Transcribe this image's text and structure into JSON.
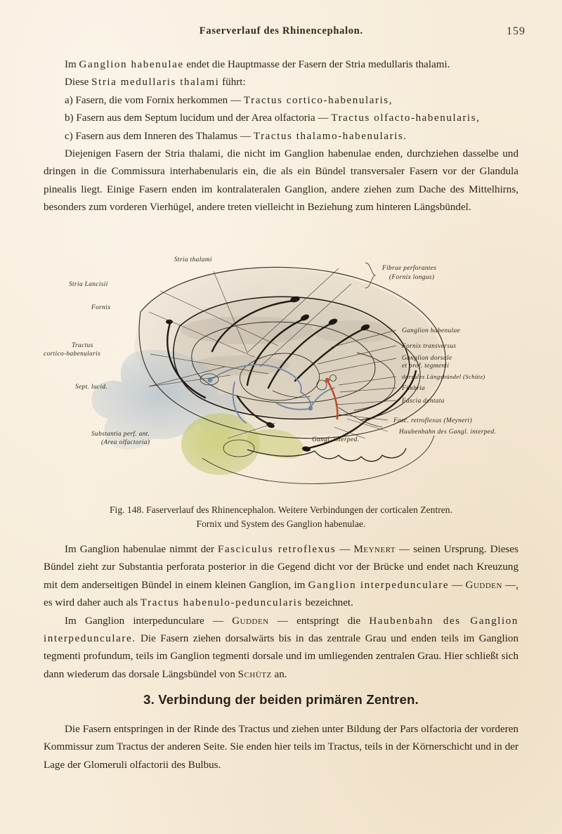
{
  "page": {
    "running_head": "Faserverlauf des Rhinencephalon.",
    "page_number": "159",
    "background_color": "#f7ecd9",
    "ink_color": "#2e2419"
  },
  "paragraph_1": {
    "line_1_a": "Im ",
    "line_1_b": "Ganglion habenulae",
    "line_1_c": " endet die Hauptmasse der Fasern der Stria medullaris thalami.",
    "line_2_a": "Diese ",
    "line_2_b": "Stria medullaris thalami",
    "line_2_c": " führt:",
    "item_a_plain": "a) Fasern, die vom Fornix herkommen — ",
    "item_a_term": "Tractus cortico-habenularis,",
    "item_b_plain": "b) Fasern aus dem Septum lucidum und der Area olfactoria — ",
    "item_b_term": "Tractus olfacto-habenularis,",
    "item_c_plain": "c) Fasern aus dem Inneren des Thalamus — ",
    "item_c_term": "Tractus thalamo-habenularis.",
    "tail": "Diejenigen Fasern der Stria thalami, die nicht im Ganglion habenulae enden, durchziehen dasselbe und dringen in die Commissura interhabenularis ein, die als ein Bündel transversaler Fasern vor der Glandula pinealis liegt. Einige Fasern enden im kontralateralen Ganglion, andere ziehen zum Dache des Mittelhirns, besonders zum vorderen Vierhügel, andere treten vielleicht in Beziehung zum hinteren Längsbündel."
  },
  "figure": {
    "caption_line_1": "Fig. 148.   Faserverlauf des Rhinencephalon.   Weitere Verbindungen der corticalen Zentren.",
    "caption_line_2": "Fornix und System des Ganglion habenulae.",
    "labels": {
      "stria_thalami": "Stria thalami",
      "stria_lancisii": "Stria Lancisii",
      "fornix": "Fornix",
      "tractus_cortico_1": "Tractus",
      "tractus_cortico_2": "cortico-habenularis",
      "sept_lucid": "Sept. lucid.",
      "substantia_1": "Substantia perf. ant.",
      "substantia_2": "(Area olfactoria)",
      "fibrae_perforantes_1": "Fibrae perforantes",
      "fibrae_perforantes_2": "(Fornix longus)",
      "ganglion_habenulae": "Ganglion habenulae",
      "fornix_transversus": "Fornix transversus",
      "ganglion_dorsale_1": "Ganglion dorsale",
      "ganglion_dorsale_2": "et prof. tegmenti",
      "dorsales_laengsbuendel": "dorsales Längsbündel (Schütz)",
      "fimbria": "Fimbria",
      "fascia_dentata": "Fascia dentata",
      "fasc_retroflexus": "Fasc. retroflexus (Meynert)",
      "haubenbahn": "Haubenbahn des Gangl. interped.",
      "gangl_interped": "Gangl. interped."
    },
    "colors": {
      "outline": "#2f2a22",
      "wash_grey": "#bdb3a4",
      "wash_blue": "#aab7c6",
      "wash_olive": "#c9cc78",
      "fiber_blue": "#6e86a0",
      "fiber_red": "#c4502a",
      "leader": "#4a4238"
    }
  },
  "paragraph_2": {
    "seg_1": "Im Ganglion habenulae nimmt der ",
    "term_1": "Fasciculus retroflexus",
    "seg_2": " — ",
    "author_1": "Meynert",
    "seg_3": " — seinen Ursprung. Dieses Bündel zieht zur Substantia perforata posterior in die Gegend dicht vor der Brücke und endet nach Kreuzung mit dem anderseitigen Bündel in einem kleinen Ganglion, im ",
    "term_2": "Ganglion interpedunculare",
    "seg_4": " — ",
    "author_2": "Gudden",
    "seg_5": " —, es wird daher auch als ",
    "term_3": "Tractus habenulo-peduncularis",
    "seg_6": " bezeichnet.",
    "seg_7": "Im Ganglion interpedunculare — ",
    "author_3": "Gudden",
    "seg_8": " — entspringt die ",
    "term_4": "Haubenbahn des Ganglion interpedunculare.",
    "seg_9": " Die Fasern ziehen dorsalwärts bis in das zentrale Grau und enden teils im Ganglion tegmenti profundum, teils im Ganglion tegmenti dorsale und im umliegenden zentralen Grau. Hier schließt sich dann wiederum das dorsale Längsbündel von ",
    "author_4": "Schütz",
    "seg_10": " an."
  },
  "section": {
    "heading": "3. Verbindung der beiden primären Zentren."
  },
  "paragraph_3": {
    "text": "Die Fasern entspringen in der Rinde des Tractus und ziehen unter Bildung der Pars olfactoria der vorderen Kommissur zum Tractus der anderen Seite. Sie enden hier teils im Tractus, teils in der Körnerschicht und in der Lage der Glomeruli olfactorii des Bulbus."
  }
}
